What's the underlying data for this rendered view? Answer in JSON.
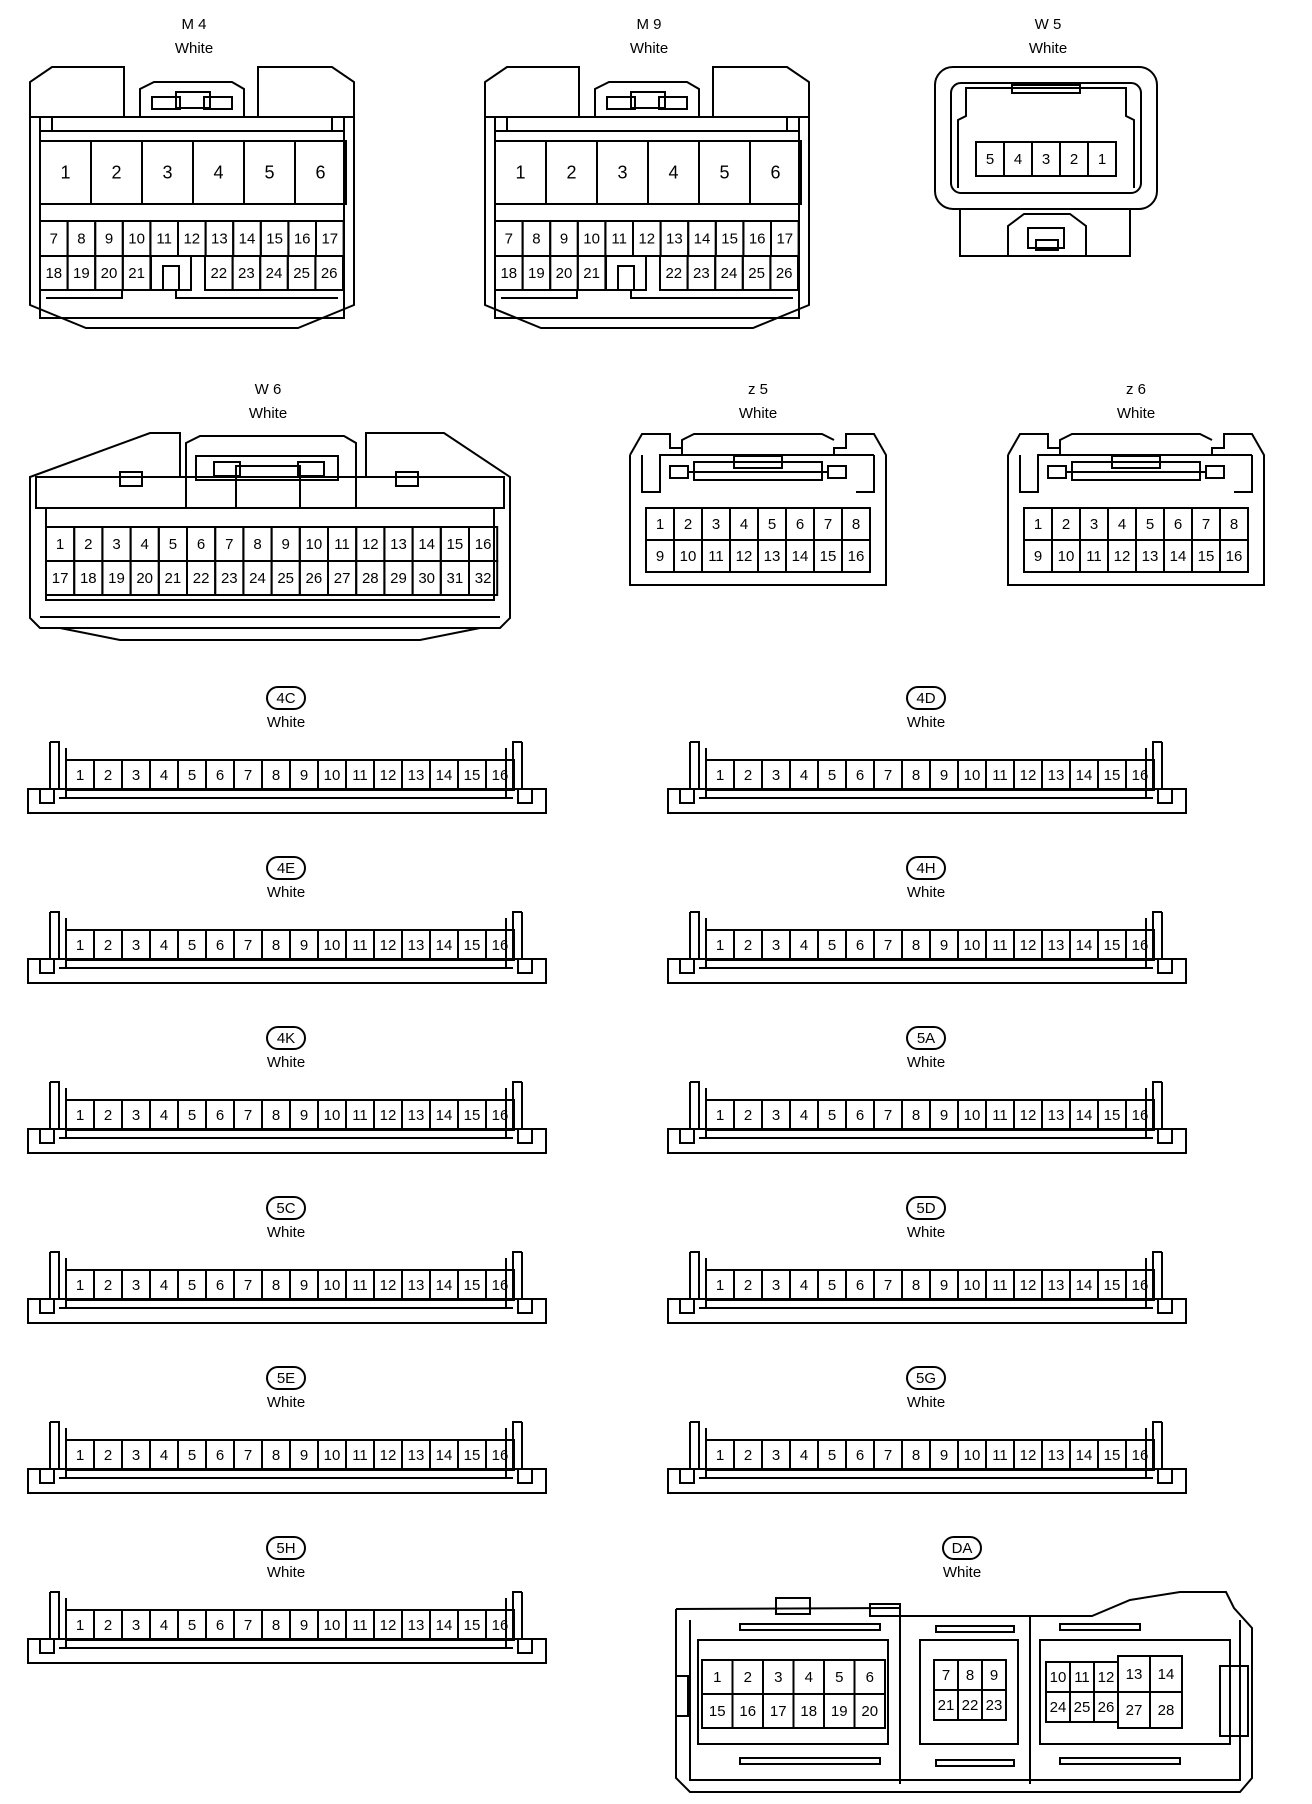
{
  "colors": {
    "line": "#000000",
    "background": "#ffffff"
  },
  "connectors": {
    "m4": {
      "code": "M 4",
      "color": "White",
      "pins": [
        "1",
        "2",
        "3",
        "4",
        "5",
        "6",
        "7",
        "8",
        "9",
        "10",
        "11",
        "12",
        "13",
        "14",
        "15",
        "16",
        "17",
        "18",
        "19",
        "20",
        "21",
        "22",
        "23",
        "24",
        "25",
        "26"
      ]
    },
    "m9": {
      "code": "M 9",
      "color": "White",
      "pins": [
        "1",
        "2",
        "3",
        "4",
        "5",
        "6",
        "7",
        "8",
        "9",
        "10",
        "11",
        "12",
        "13",
        "14",
        "15",
        "16",
        "17",
        "18",
        "19",
        "20",
        "21",
        "22",
        "23",
        "24",
        "25",
        "26"
      ]
    },
    "w5": {
      "code": "W 5",
      "color": "White",
      "pins": [
        "5",
        "4",
        "3",
        "2",
        "1"
      ]
    },
    "w6": {
      "code": "W 6",
      "color": "White",
      "pins": [
        "1",
        "2",
        "3",
        "4",
        "5",
        "6",
        "7",
        "8",
        "9",
        "10",
        "11",
        "12",
        "13",
        "14",
        "15",
        "16",
        "17",
        "18",
        "19",
        "20",
        "21",
        "22",
        "23",
        "24",
        "25",
        "26",
        "27",
        "28",
        "29",
        "30",
        "31",
        "32"
      ]
    },
    "z5": {
      "code": "z 5",
      "color": "White",
      "pins": [
        "1",
        "2",
        "3",
        "4",
        "5",
        "6",
        "7",
        "8",
        "9",
        "10",
        "11",
        "12",
        "13",
        "14",
        "15",
        "16"
      ]
    },
    "z6": {
      "code": "z 6",
      "color": "White",
      "pins": [
        "1",
        "2",
        "3",
        "4",
        "5",
        "6",
        "7",
        "8",
        "9",
        "10",
        "11",
        "12",
        "13",
        "14",
        "15",
        "16"
      ]
    },
    "c4c": {
      "code": "4C",
      "color": "White",
      "pins": [
        "1",
        "2",
        "3",
        "4",
        "5",
        "6",
        "7",
        "8",
        "9",
        "10",
        "11",
        "12",
        "13",
        "14",
        "15",
        "16"
      ]
    },
    "c4d": {
      "code": "4D",
      "color": "White",
      "pins": [
        "1",
        "2",
        "3",
        "4",
        "5",
        "6",
        "7",
        "8",
        "9",
        "10",
        "11",
        "12",
        "13",
        "14",
        "15",
        "16"
      ]
    },
    "c4e": {
      "code": "4E",
      "color": "White",
      "pins": [
        "1",
        "2",
        "3",
        "4",
        "5",
        "6",
        "7",
        "8",
        "9",
        "10",
        "11",
        "12",
        "13",
        "14",
        "15",
        "16"
      ]
    },
    "c4h": {
      "code": "4H",
      "color": "White",
      "pins": [
        "1",
        "2",
        "3",
        "4",
        "5",
        "6",
        "7",
        "8",
        "9",
        "10",
        "11",
        "12",
        "13",
        "14",
        "15",
        "16"
      ]
    },
    "c4k": {
      "code": "4K",
      "color": "White",
      "pins": [
        "1",
        "2",
        "3",
        "4",
        "5",
        "6",
        "7",
        "8",
        "9",
        "10",
        "11",
        "12",
        "13",
        "14",
        "15",
        "16"
      ]
    },
    "c5a": {
      "code": "5A",
      "color": "White",
      "pins": [
        "1",
        "2",
        "3",
        "4",
        "5",
        "6",
        "7",
        "8",
        "9",
        "10",
        "11",
        "12",
        "13",
        "14",
        "15",
        "16"
      ]
    },
    "c5c": {
      "code": "5C",
      "color": "White",
      "pins": [
        "1",
        "2",
        "3",
        "4",
        "5",
        "6",
        "7",
        "8",
        "9",
        "10",
        "11",
        "12",
        "13",
        "14",
        "15",
        "16"
      ]
    },
    "c5d": {
      "code": "5D",
      "color": "White",
      "pins": [
        "1",
        "2",
        "3",
        "4",
        "5",
        "6",
        "7",
        "8",
        "9",
        "10",
        "11",
        "12",
        "13",
        "14",
        "15",
        "16"
      ]
    },
    "c5e": {
      "code": "5E",
      "color": "White",
      "pins": [
        "1",
        "2",
        "3",
        "4",
        "5",
        "6",
        "7",
        "8",
        "9",
        "10",
        "11",
        "12",
        "13",
        "14",
        "15",
        "16"
      ]
    },
    "c5g": {
      "code": "5G",
      "color": "White",
      "pins": [
        "1",
        "2",
        "3",
        "4",
        "5",
        "6",
        "7",
        "8",
        "9",
        "10",
        "11",
        "12",
        "13",
        "14",
        "15",
        "16"
      ]
    },
    "c5h": {
      "code": "5H",
      "color": "White",
      "pins": [
        "1",
        "2",
        "3",
        "4",
        "5",
        "6",
        "7",
        "8",
        "9",
        "10",
        "11",
        "12",
        "13",
        "14",
        "15",
        "16"
      ]
    },
    "da": {
      "code": "DA",
      "color": "White",
      "pins": [
        "1",
        "2",
        "3",
        "4",
        "5",
        "6",
        "15",
        "16",
        "17",
        "18",
        "19",
        "20",
        "7",
        "8",
        "9",
        "21",
        "22",
        "23",
        "10",
        "11",
        "12",
        "13",
        "14",
        "24",
        "25",
        "26",
        "27",
        "28"
      ]
    }
  }
}
